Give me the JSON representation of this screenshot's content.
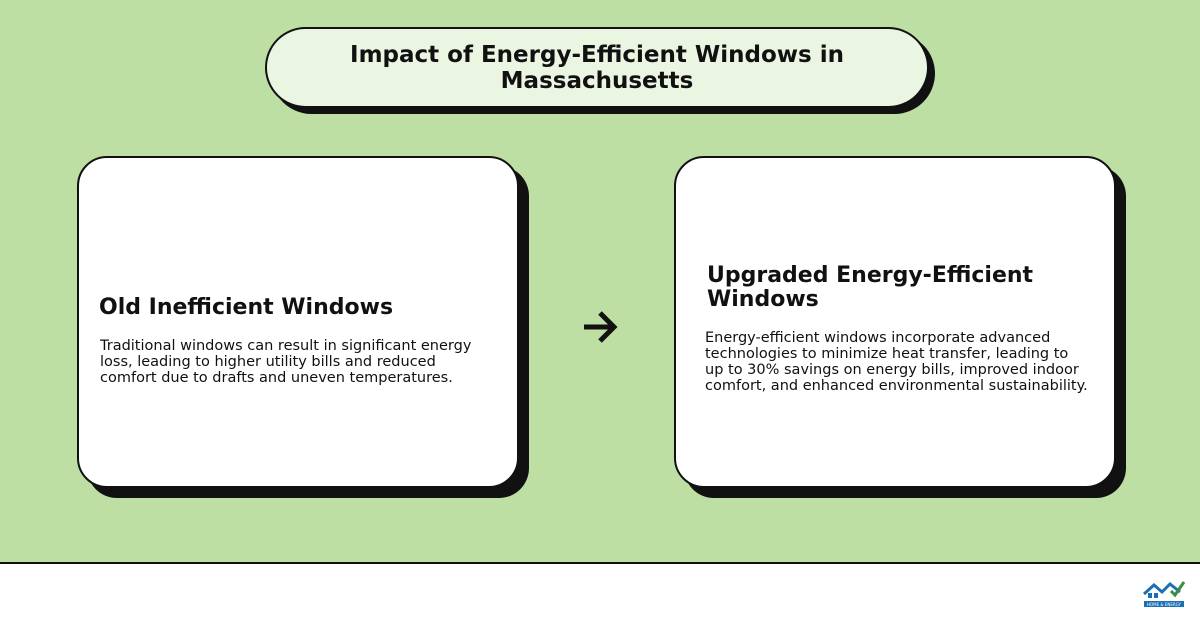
{
  "title": "Impact of Energy-Efficient Windows in Massachusetts",
  "cards": [
    {
      "heading": "Old Inefficient Windows",
      "body": "Traditional windows can result in significant energy loss, leading to higher utility bills and reduced comfort due to drafts and uneven temperatures."
    },
    {
      "heading": "Upgraded Energy-Efficient Windows",
      "body": "Energy-efficient windows incorporate advanced technologies to minimize heat transfer, leading to up to 30% savings on energy bills, improved indoor comfort, and enhanced environmental sustainability."
    }
  ],
  "arrow_icon": "arrow-right-icon",
  "logo": {
    "text": "HOME & ENERGY",
    "colors": {
      "roof": "#1a6fb5",
      "check": "#3a8c3f"
    }
  },
  "colors": {
    "stage_background": "#bddfa4",
    "title_pill_background": "#eaf5e2",
    "card_background": "#ffffff",
    "outline": "#111111"
  }
}
